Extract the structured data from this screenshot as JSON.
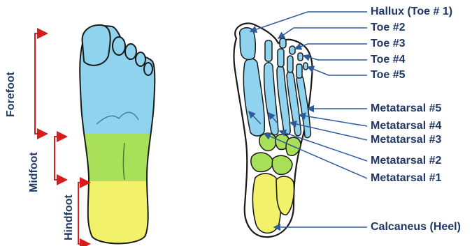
{
  "colors": {
    "forefoot": "#8fd3ef",
    "midfoot": "#a8e05a",
    "hindfoot": "#f2f26a",
    "label_text": "#1f3864",
    "bracket": "#d81b1b",
    "leader_line": "#2e5a9a",
    "outline": "#1a1a1a"
  },
  "regions": [
    {
      "key": "forefoot",
      "label": "Forefoot",
      "color": "#8fd3ef"
    },
    {
      "key": "midfoot",
      "label": "Midfoot",
      "color": "#a8e05a"
    },
    {
      "key": "hindfoot",
      "label": "Hindfoot",
      "color": "#f2f26a"
    }
  ],
  "bones": [
    {
      "key": "hallux",
      "label": "Hallux (Toe # 1)"
    },
    {
      "key": "toe2",
      "label": "Toe #2"
    },
    {
      "key": "toe3",
      "label": "Toe #3"
    },
    {
      "key": "toe4",
      "label": "Toe #4"
    },
    {
      "key": "toe5",
      "label": "Toe #5"
    },
    {
      "key": "met5",
      "label": "Metatarsal #5"
    },
    {
      "key": "met4",
      "label": "Metatarsal #4"
    },
    {
      "key": "met3",
      "label": "Metatarsal #3"
    },
    {
      "key": "met2",
      "label": "Metatarsal #2"
    },
    {
      "key": "met1",
      "label": "Metatarsal #1"
    },
    {
      "key": "calcaneus",
      "label": "Calcaneus (Heel)"
    }
  ]
}
